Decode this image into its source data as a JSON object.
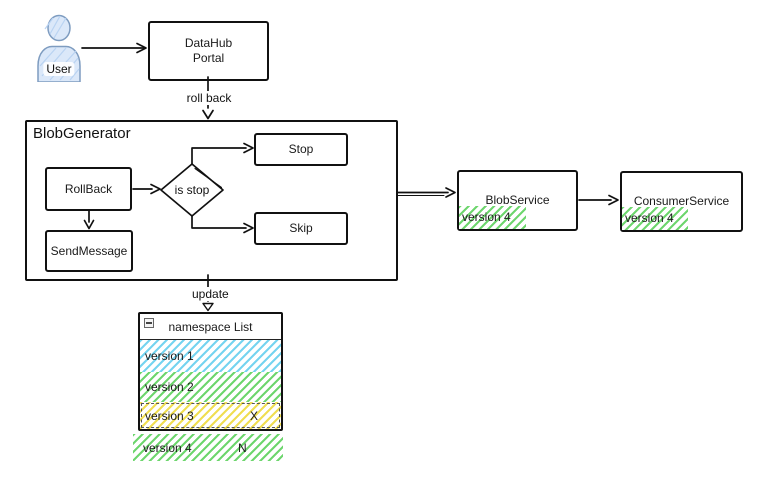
{
  "diagram": {
    "actor": {
      "label": "User"
    },
    "nodes": {
      "datahub": {
        "line1": "DataHub",
        "line2": "Portal"
      },
      "blobgenerator": {
        "label": "BlobGenerator"
      },
      "rollback": {
        "label": "RollBack"
      },
      "sendmessage": {
        "label": "SendMessage"
      },
      "decision": {
        "label": "is stop"
      },
      "stop": {
        "label": "Stop"
      },
      "skip": {
        "label": "Skip"
      },
      "blobservice": {
        "label": "BlobService",
        "version": "version 4",
        "version_color": "#6ed66e"
      },
      "consumerservice": {
        "label": "ConsumerService",
        "version": "version 4",
        "version_color": "#6ed66e"
      }
    },
    "edge_labels": {
      "rollback": "roll back",
      "update": "update"
    },
    "table": {
      "title": "namespace List",
      "rows": [
        {
          "label": "version 1",
          "flag": "",
          "color": "#76d4f0"
        },
        {
          "label": "version 2",
          "flag": "",
          "color": "#6ed66e"
        },
        {
          "label": "version 3",
          "flag": "X",
          "color": "#f0de52"
        },
        {
          "label": "version 4",
          "flag": "N",
          "color": "#6ed66e"
        }
      ]
    },
    "colors": {
      "stroke": "#111111",
      "hatch_blue": "#76d4f0",
      "hatch_green": "#6ed66e",
      "hatch_yellow": "#f0de52",
      "actor_fill": "#dbe8f9",
      "actor_stroke": "#7e9cc0"
    }
  }
}
